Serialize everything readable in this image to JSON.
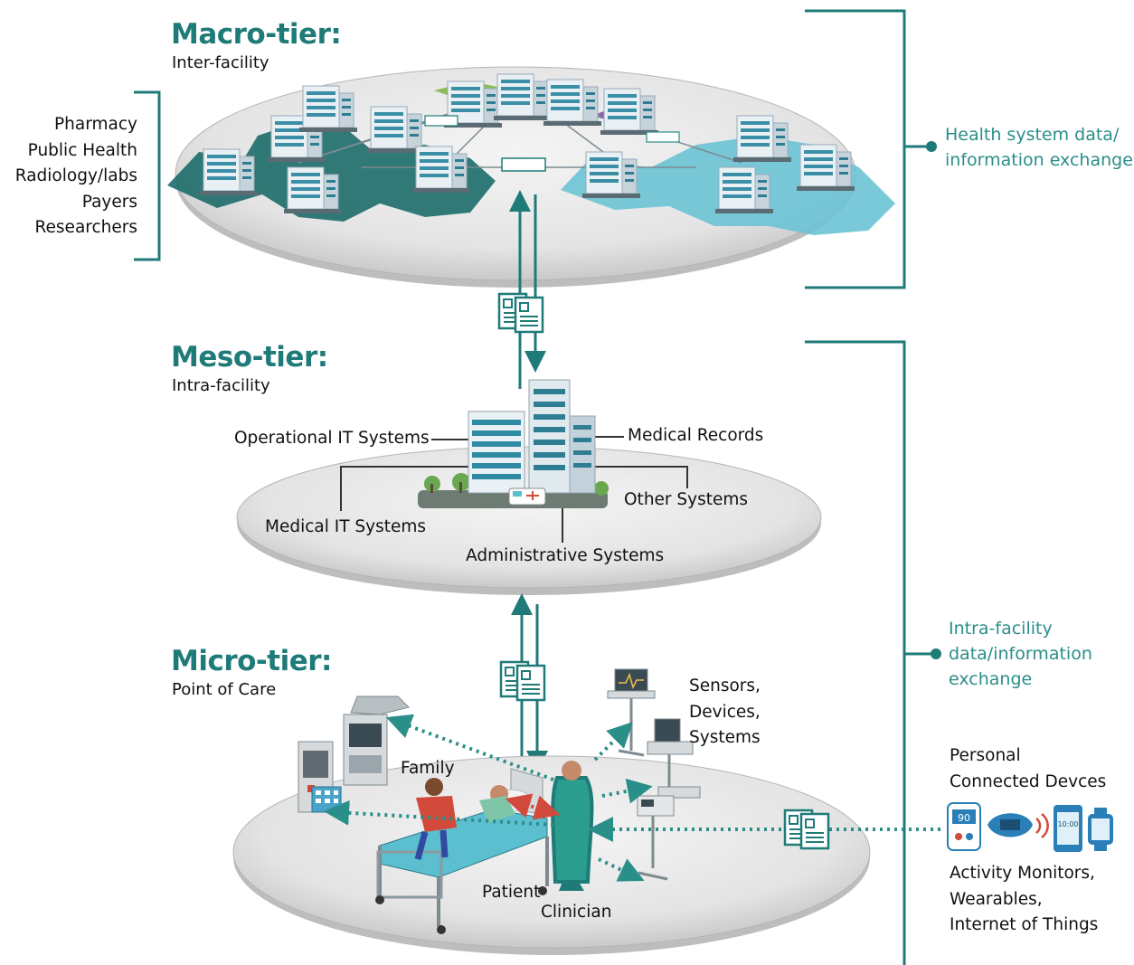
{
  "colors": {
    "teal": "#1f7b78",
    "teal_light": "#5bbfd0",
    "accent_red": "#d14a3b"
  },
  "macro": {
    "title": "Macro-tier:",
    "subtitle": "Inter-facility",
    "stakeholders": [
      "Pharmacy",
      "Public Health",
      "Radiology/labs",
      "Payers",
      "Researchers"
    ],
    "exchange_label_line1": "Health system data/",
    "exchange_label_line2": "information exchange"
  },
  "meso": {
    "title": "Meso-tier:",
    "subtitle": "Intra-facility",
    "systems": {
      "operational": "Operational IT Systems",
      "medical_records": "Medical Records",
      "other": "Other Systems",
      "medical_it": "Medical IT Systems",
      "administrative": "Administrative Systems"
    },
    "exchange_label_line1": "Intra-facility",
    "exchange_label_line2": "data/information",
    "exchange_label_line3": "exchange"
  },
  "micro": {
    "title": "Micro-tier:",
    "subtitle": "Point of Care",
    "family": "Family",
    "patient": "Patient",
    "clinician": "Clinician",
    "sensors_line1": "Sensors,",
    "sensors_line2": "Devices,",
    "sensors_line3": "Systems",
    "personal_line1": "Personal",
    "personal_line2": "Connected Devces",
    "activity_line1": "Activity Monitors,",
    "activity_line2": "Wearables,",
    "activity_line3": "Internet of Things",
    "device_reading": "90",
    "watch_reading": "10:00"
  }
}
